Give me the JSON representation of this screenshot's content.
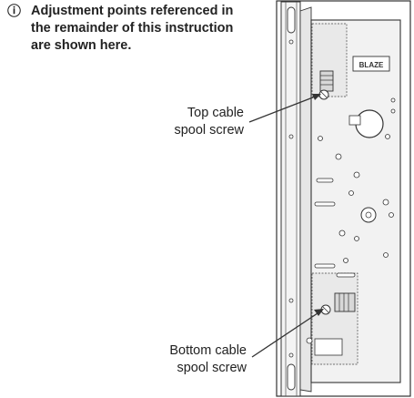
{
  "note": {
    "icon": "info-circle-icon",
    "symbol": "ⓘ",
    "lines": [
      "Adjustment points referenced in",
      "the remainder of this instruction",
      "are shown here."
    ]
  },
  "callouts": {
    "top": {
      "lines": [
        "Top cable",
        "spool screw"
      ]
    },
    "bottom": {
      "lines": [
        "Bottom cable",
        "spool screw"
      ]
    }
  },
  "brand_plate_text": "BLAZE",
  "colors": {
    "line": "#333333",
    "body_fill": "#f2f2f2",
    "hole_fill": "#ffffff"
  }
}
